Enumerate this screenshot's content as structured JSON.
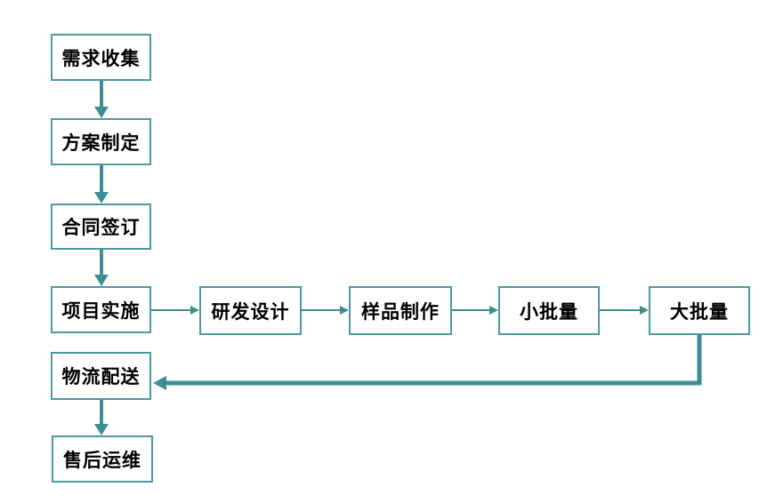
{
  "diagram": {
    "type": "flowchart",
    "background_color": "#ffffff",
    "colors": {
      "box_border": "#4e99a0",
      "box_fill": "#ffffff",
      "arrow": "#3d8d95",
      "text": "#000000"
    },
    "nodes": [
      {
        "id": "requirements",
        "label": "需求收集"
      },
      {
        "id": "plan",
        "label": "方案制定"
      },
      {
        "id": "contract",
        "label": "合同签订"
      },
      {
        "id": "implementation",
        "label": "项目实施"
      },
      {
        "id": "rnd-design",
        "label": "研发设计"
      },
      {
        "id": "sample-production",
        "label": "样品制作"
      },
      {
        "id": "small-batch",
        "label": "小批量"
      },
      {
        "id": "large-batch",
        "label": "大批量"
      },
      {
        "id": "logistics",
        "label": "物流配送"
      },
      {
        "id": "after-sales",
        "label": "售后运维"
      }
    ],
    "edges": [
      {
        "from": "requirements",
        "to": "plan",
        "style": "thick-vertical"
      },
      {
        "from": "plan",
        "to": "contract",
        "style": "thick-vertical"
      },
      {
        "from": "contract",
        "to": "implementation",
        "style": "thick-vertical"
      },
      {
        "from": "implementation",
        "to": "rnd-design",
        "style": "thin-horizontal"
      },
      {
        "from": "rnd-design",
        "to": "sample-production",
        "style": "thin-horizontal"
      },
      {
        "from": "sample-production",
        "to": "small-batch",
        "style": "thin-horizontal"
      },
      {
        "from": "small-batch",
        "to": "large-batch",
        "style": "thin-horizontal"
      },
      {
        "from": "large-batch",
        "to": "logistics",
        "style": "thick-elbow"
      },
      {
        "from": "logistics",
        "to": "after-sales",
        "style": "thick-vertical"
      }
    ]
  }
}
